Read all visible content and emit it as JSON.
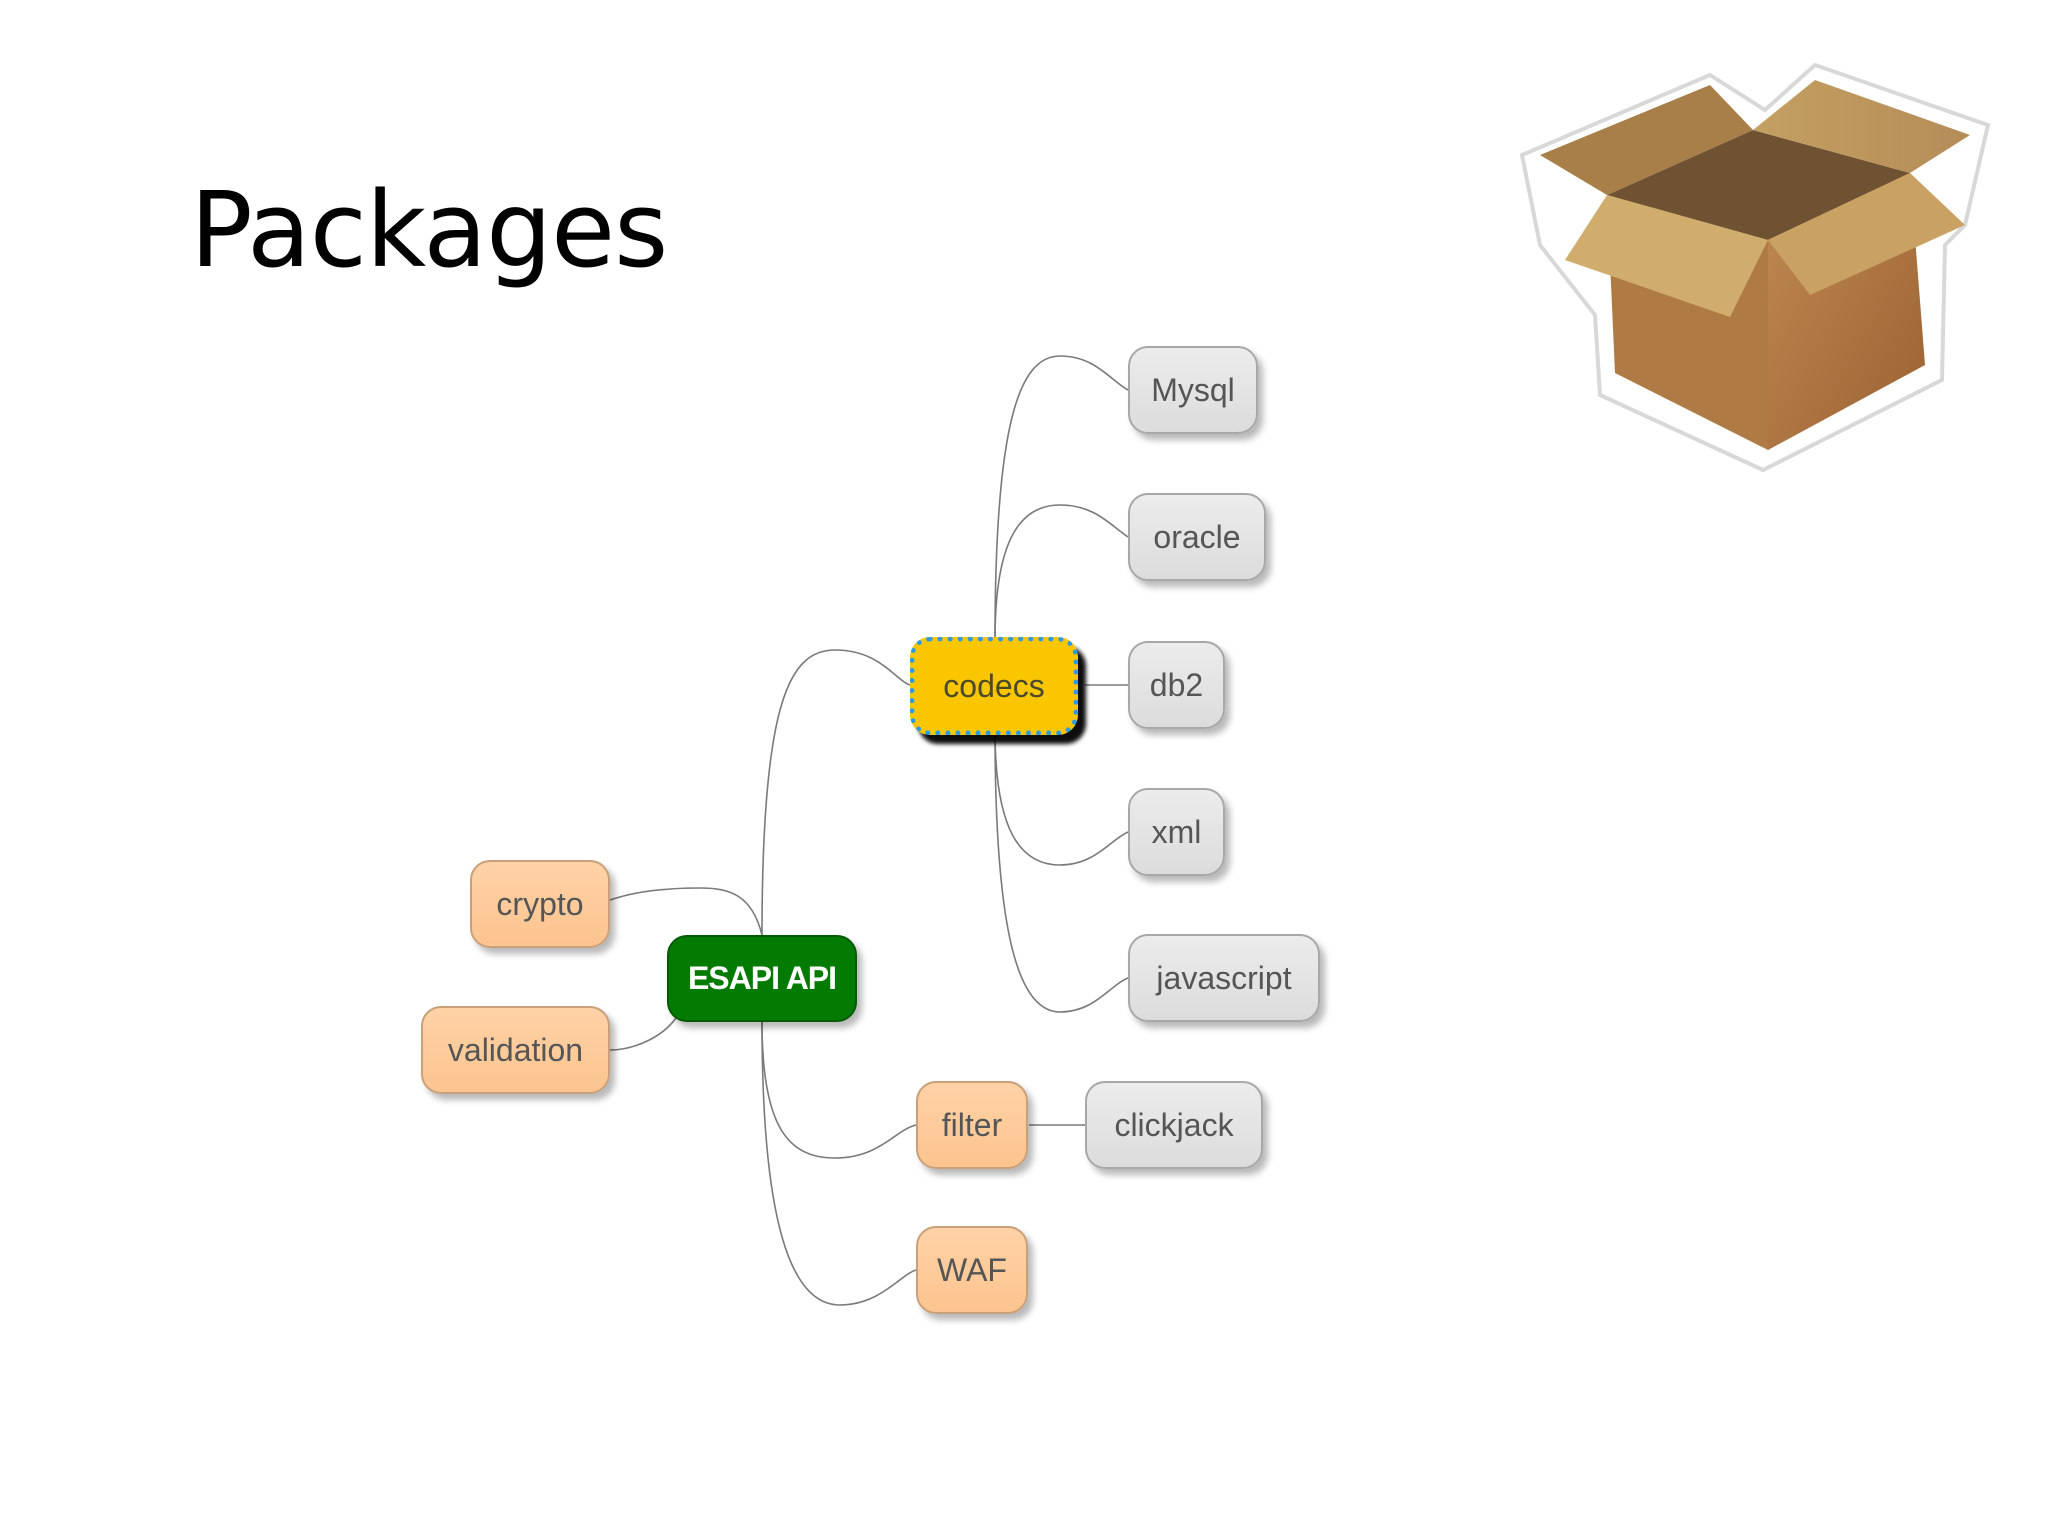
{
  "slide": {
    "title": "Packages"
  },
  "diagram": {
    "nodes": {
      "root": "ESAPI API",
      "codecs": "codecs",
      "crypto": "crypto",
      "validation": "validation",
      "filter": "filter",
      "waf": "WAF",
      "mysql": "Mysql",
      "oracle": "oracle",
      "db2": "db2",
      "xml": "xml",
      "javascript": "javascript",
      "clickjack": "clickjack"
    },
    "edges": [
      [
        "ESAPI API",
        "codecs"
      ],
      [
        "ESAPI API",
        "crypto"
      ],
      [
        "ESAPI API",
        "validation"
      ],
      [
        "ESAPI API",
        "filter"
      ],
      [
        "ESAPI API",
        "WAF"
      ],
      [
        "codecs",
        "Mysql"
      ],
      [
        "codecs",
        "oracle"
      ],
      [
        "codecs",
        "db2"
      ],
      [
        "codecs",
        "xml"
      ],
      [
        "codecs",
        "javascript"
      ],
      [
        "filter",
        "clickjack"
      ]
    ],
    "colors": {
      "root_fill": "#037b03",
      "selected_fill": "#f9c600",
      "selected_border": "#2e9be0",
      "branch_fill": "#fcc48f",
      "leaf_fill": "#dcdcdc"
    }
  },
  "illustration": {
    "icon": "open-cardboard-box-icon"
  }
}
